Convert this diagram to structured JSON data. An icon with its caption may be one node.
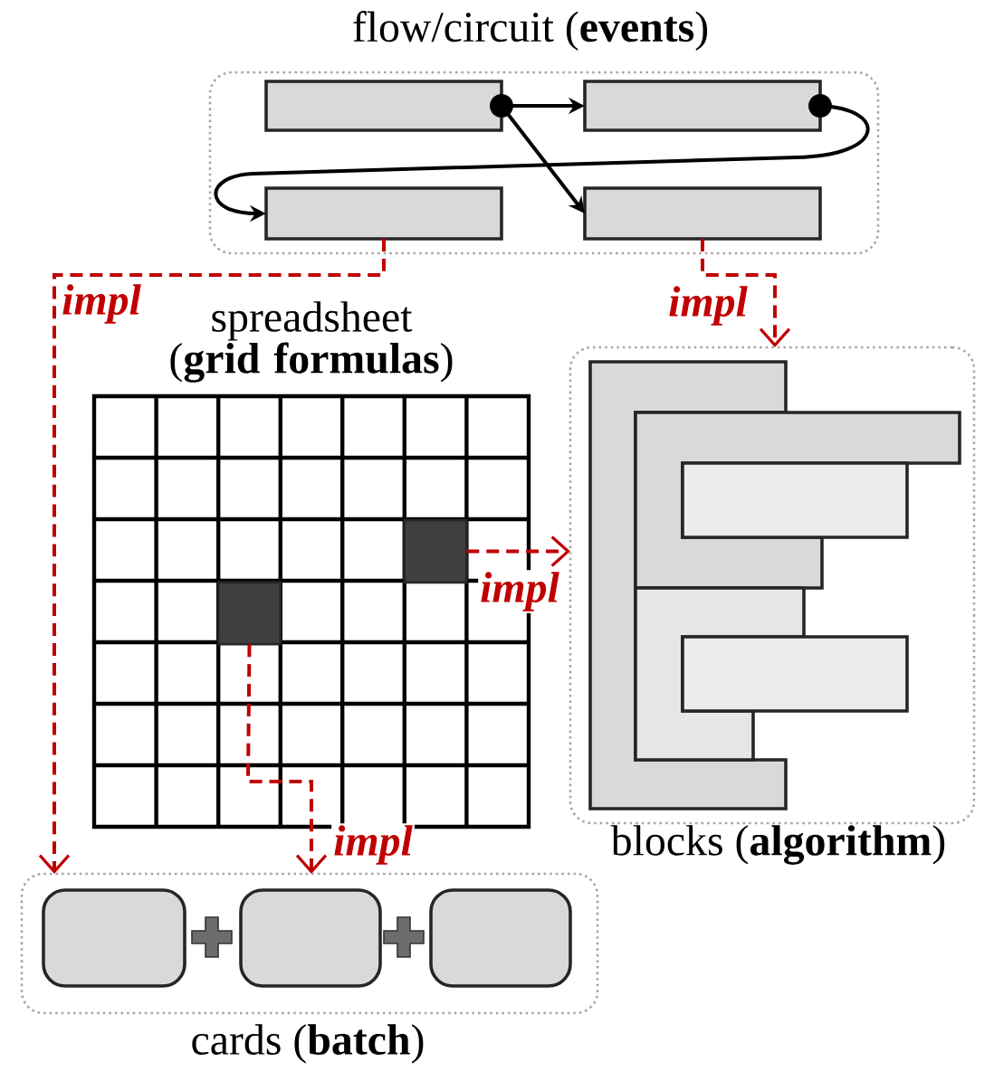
{
  "diagram": {
    "nodes": [
      {
        "text": [
          "flow/circuit (**events**)"
        ]
      },
      {
        "text": [],
        "shape": "box",
        "in": 0
      },
      {
        "text": [],
        "shape": "box",
        "in": 0
      },
      {
        "text": [],
        "shape": "box",
        "in": 0
      },
      {
        "text": [],
        "shape": "box",
        "in": 0
      },
      {
        "text": [
          "spreadsheet (**grid formulas**)"
        ]
      },
      {
        "text": [],
        "shape": "box",
        "in": 5
      },
      {
        "text": [],
        "shape": "box",
        "in": 5
      },
      {
        "text": [
          "blocks (**algorithm**)"
        ]
      },
      {
        "text": [],
        "shape": "box",
        "in": 8
      },
      {
        "text": [],
        "shape": "box",
        "in": 8
      },
      {
        "text": [],
        "shape": "box",
        "in": 8
      },
      {
        "text": [],
        "shape": "box",
        "in": 8
      },
      {
        "text": [],
        "shape": "box",
        "in": 8
      },
      {
        "text": [
          "cards (**batch**)"
        ]
      },
      {
        "text": [],
        "shape": "box",
        "in": 14
      },
      {
        "text": [],
        "shape": "box",
        "in": 14
      },
      {
        "text": [],
        "shape": "box",
        "in": 14
      }
    ],
    "edges": [
      {
        "from": 1,
        "to": 2,
        "arrow": "to",
        "color": "#000000"
      },
      {
        "from": 1,
        "to": 4,
        "arrow": "to",
        "color": "#000000"
      },
      {
        "from": 2,
        "to": 3,
        "arrow": "to",
        "color": "#000000"
      },
      {
        "from": 3,
        "to": 14,
        "arrow": "to",
        "label": "impl",
        "style": "dashed",
        "color": "#c00000"
      },
      {
        "from": 4,
        "to": 8,
        "arrow": "to",
        "label": "impl",
        "style": "dashed",
        "color": "#c00000"
      },
      {
        "from": 6,
        "to": 8,
        "arrow": "to",
        "label": "impl",
        "style": "dashed",
        "color": "#c00000"
      },
      {
        "from": 7,
        "to": 14,
        "arrow": "to",
        "label": "impl",
        "style": "dashed",
        "color": "#c00000"
      }
    ]
  }
}
